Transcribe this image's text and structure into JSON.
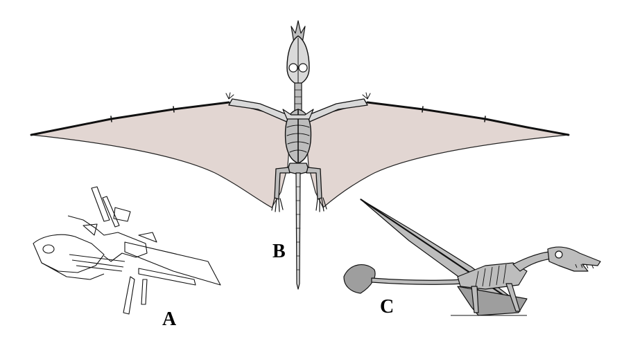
{
  "panels": [
    {
      "id": "A",
      "label": "A"
    },
    {
      "id": "B",
      "label": "B"
    },
    {
      "id": "C",
      "label": "C"
    }
  ],
  "colors": {
    "membrane": "#e2d6d2",
    "bone_fill": "#bdbdbd",
    "bone_fill_light": "#d9d9d9",
    "outline": "#111111",
    "background": "#ffffff"
  }
}
